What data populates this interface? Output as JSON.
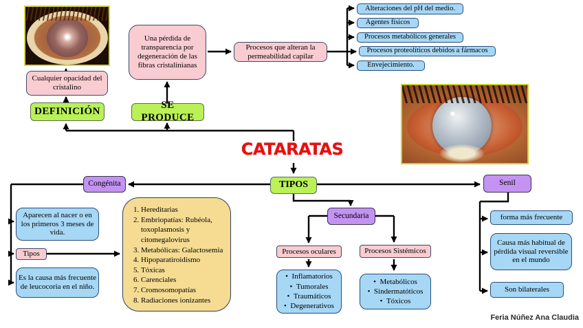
{
  "title": "CATARATAS",
  "credit": "Feria Núñez Ana Claudia",
  "definicion": {
    "label": "DEFINICIÓN",
    "note": "Cualquier opacidad del cristalino"
  },
  "produce": {
    "label": "SE PRODUCE",
    "note": "Una pérdida de transparencia por degeneración de las fibras cristalinianas",
    "mechanism": "Procesos que alteran la permeabilidad capilar",
    "causes": [
      "Alteraciones del pH del medio.",
      "Agentes físicos",
      "Procesos metabólicos generales",
      "Procesos proteolíticos debidos a fármacos",
      "Envejecimiento."
    ]
  },
  "tipos": {
    "label": "TIPOS",
    "congenita": {
      "label": "Congénita",
      "facts": [
        "Aparecen al nacer o en los primeros 3 meses de vida.",
        "Es la causa más frecuente de leucocoria en el niño."
      ],
      "tipos_label": "Tipos",
      "tipos_list": [
        "Hereditarias",
        "Embriopatías: Rubéola, toxoplasmosis y citomegalovirus",
        "Metabólicas: Galactosemia",
        "Hipoparatiroidismo",
        "Tóxicas",
        "Carenciales",
        "Cromosomopatías",
        "Radiaciones ionizantes"
      ]
    },
    "secundaria": {
      "label": "Secundaria",
      "ocular": {
        "label": "Procesos oculares",
        "items": [
          "Inflamatorios",
          "Tumorales",
          "Traumáticos",
          "Degenerativos"
        ]
      },
      "sistemica": {
        "label": "Procesos Sistémicos",
        "items": [
          "Metabólicos",
          "Sindermatóticos",
          "Tóxicos"
        ]
      }
    },
    "senil": {
      "label": "Senil",
      "facts": [
        "forma más frecuente",
        "Causa más habitual de pérdida visual reversible en el mundo",
        "Son bilaterales"
      ]
    }
  },
  "colors": {
    "node_green": "#b9f156",
    "node_pink": "#f8ccd0",
    "node_blue": "#a6d7f5",
    "node_purple": "#c493f2",
    "node_yellow": "#f5dc92",
    "title_red": "#e81010"
  }
}
